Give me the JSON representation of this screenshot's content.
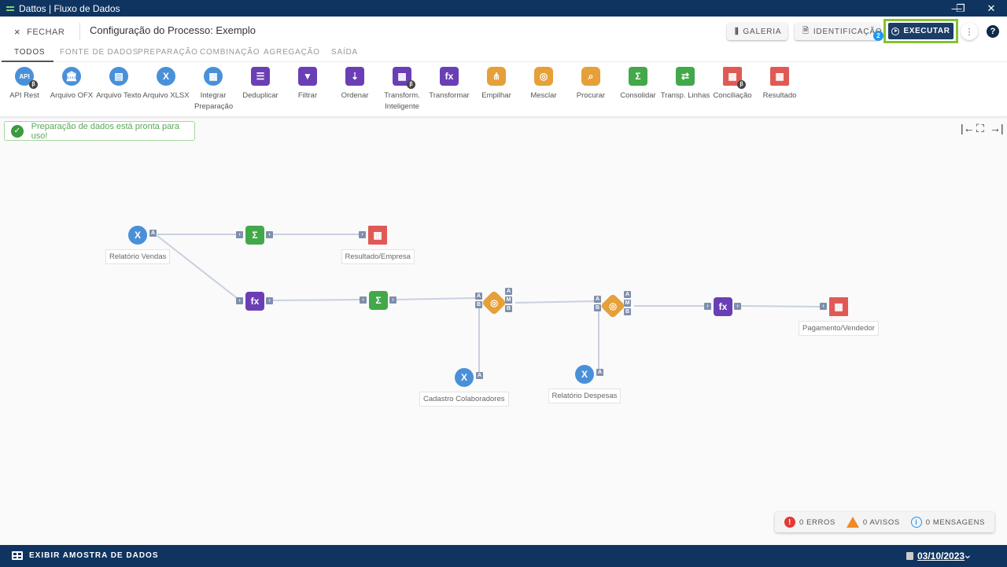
{
  "window": {
    "title": "Dattos | Fluxo de Dados",
    "controls": {
      "minimize": "—",
      "restore": "❐",
      "close": "✕"
    }
  },
  "header": {
    "close_label": "FECHAR",
    "close_icon": "×",
    "page_title": "Configuração do Processo:  Exemplo",
    "gallery_label": "GALERIA",
    "identification_label": "IDENTIFICAÇÃO",
    "identification_badge": "2",
    "execute_label": "EXECUTAR",
    "more_icon": "⋮",
    "help_icon": "?"
  },
  "tabs": [
    {
      "label": "TODOS",
      "active": true
    },
    {
      "label": "FONTE DE DADOS"
    },
    {
      "label": "PREPARAÇÃO"
    },
    {
      "label": "COMBINAÇÃO"
    },
    {
      "label": "AGREGAÇÃO"
    },
    {
      "label": "SAÍDA"
    }
  ],
  "palette": [
    {
      "label": "API Rest",
      "icon": "API",
      "icon_name": "api-icon",
      "style": "circle",
      "beta": true
    },
    {
      "label": "Arquivo OFX",
      "icon": "🏛",
      "icon_name": "bank-icon",
      "style": "circle"
    },
    {
      "label": "Arquivo Texto",
      "icon": "▤",
      "icon_name": "text-file-icon",
      "style": "circle"
    },
    {
      "label": "Arquivo XLSX",
      "icon": "X",
      "icon_name": "excel-file-icon",
      "style": "circle"
    },
    {
      "label": "Integrar Preparação",
      "icon": "▦",
      "icon_name": "integrate-icon",
      "style": "circle"
    },
    {
      "label": "Deduplicar",
      "icon": "☰",
      "icon_name": "deduplicate-icon",
      "style": "purple"
    },
    {
      "label": "Filtrar",
      "icon": "▼",
      "icon_name": "filter-icon",
      "style": "purple"
    },
    {
      "label": "Ordenar",
      "icon": "⇣",
      "icon_name": "sort-icon",
      "style": "purple"
    },
    {
      "label": "Transform. Inteligente",
      "icon": "▦",
      "icon_name": "smart-transform-icon",
      "style": "purple",
      "beta": true
    },
    {
      "label": "Transformar",
      "icon": "fx",
      "icon_name": "function-icon",
      "style": "purple"
    },
    {
      "label": "Empilhar",
      "icon": "⋔",
      "icon_name": "stack-icon",
      "style": "orange"
    },
    {
      "label": "Mesclar",
      "icon": "◎",
      "icon_name": "merge-icon",
      "style": "orange"
    },
    {
      "label": "Procurar",
      "icon": "⌕",
      "icon_name": "lookup-icon",
      "style": "orange"
    },
    {
      "label": "Consolidar",
      "icon": "Σ",
      "icon_name": "sum-icon",
      "style": "green"
    },
    {
      "label": "Transp. Linhas",
      "icon": "⇄",
      "icon_name": "transpose-icon",
      "style": "green"
    },
    {
      "label": "Conciliação",
      "icon": "▦",
      "icon_name": "reconciliation-icon",
      "style": "red",
      "beta": true
    },
    {
      "label": "Resultado",
      "icon": "▦",
      "icon_name": "result-icon",
      "style": "red"
    }
  ],
  "beta_symbol": "β",
  "alert": {
    "icon": "✓",
    "text": "Preparação de dados está pronta para uso!"
  },
  "zoom_controls": {
    "collapse": "|←",
    "fit": "⛶",
    "expand": "→|"
  },
  "flow": {
    "nodes": [
      {
        "id": "n1",
        "type": "source",
        "icon": "X",
        "label": "Relatório Vendas",
        "out_ports": [
          "A"
        ]
      },
      {
        "id": "n2",
        "type": "sum",
        "icon": "Σ"
      },
      {
        "id": "n3",
        "type": "result",
        "icon": "▦",
        "label": "Resultado/Empresa"
      },
      {
        "id": "n4",
        "type": "function",
        "icon": "fx"
      },
      {
        "id": "n5",
        "type": "sum",
        "icon": "Σ"
      },
      {
        "id": "n6",
        "type": "merge",
        "icon": "◎",
        "in_ports": [
          "A",
          "B"
        ],
        "out_ports": [
          "A",
          "M",
          "B"
        ]
      },
      {
        "id": "n7",
        "type": "source",
        "icon": "X",
        "label": "Cadastro Colaboradores",
        "out_ports": [
          "A"
        ]
      },
      {
        "id": "n8",
        "type": "merge",
        "icon": "◎",
        "in_ports": [
          "A",
          "B"
        ],
        "out_ports": [
          "A",
          "M",
          "B"
        ]
      },
      {
        "id": "n9",
        "type": "source",
        "icon": "X",
        "label": "Relatório Despesas",
        "out_ports": [
          "A"
        ]
      },
      {
        "id": "n10",
        "type": "function",
        "icon": "fx"
      },
      {
        "id": "n11",
        "type": "result",
        "icon": "▦",
        "label": "Pagamento/Vendedor"
      }
    ],
    "edges": [
      [
        "n1",
        "n2"
      ],
      [
        "n2",
        "n3"
      ],
      [
        "n1",
        "n4"
      ],
      [
        "n4",
        "n5"
      ],
      [
        "n5",
        "n6"
      ],
      [
        "n7",
        "n6"
      ],
      [
        "n6",
        "n8"
      ],
      [
        "n9",
        "n8"
      ],
      [
        "n8",
        "n10"
      ],
      [
        "n10",
        "n11"
      ]
    ],
    "port_arrow": "›"
  },
  "status": {
    "errors": "0 ERROS",
    "warnings": "0 AVISOS",
    "messages": "0 MENSAGENS",
    "error_icon": "!",
    "info_icon": "i"
  },
  "footer": {
    "sample_label": "EXIBIR  AMOSTRA DE DADOS",
    "date": "03/10/2023",
    "chevron": "⌄"
  },
  "colors": {
    "brand_dark": "#0f3460",
    "execute_outline": "#86c232",
    "source": "#4a90d9",
    "transform": "#6a3fb5",
    "combine": "#e5a03a",
    "aggregate": "#43a84a",
    "output": "#e05a55",
    "port": "#7f8fab",
    "edge": "#c9d0e0"
  }
}
